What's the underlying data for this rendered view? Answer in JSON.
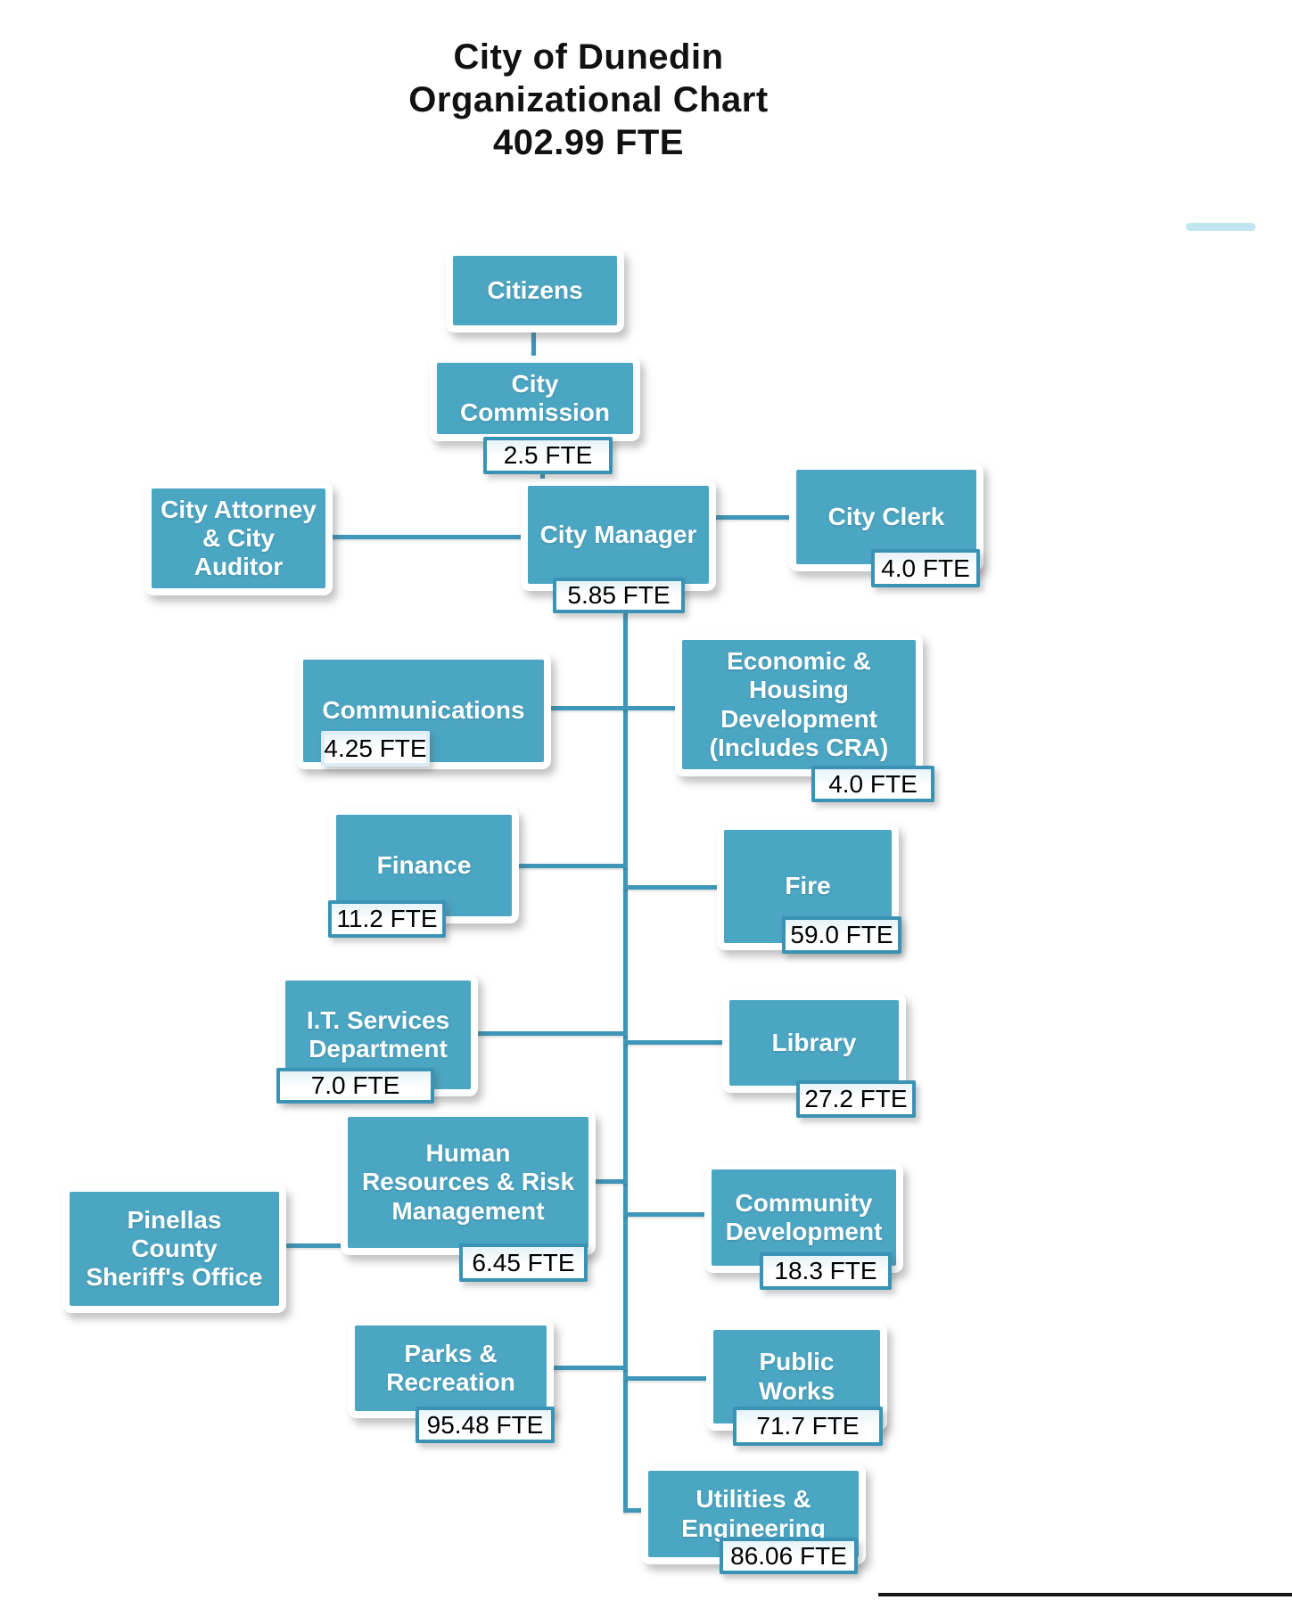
{
  "title": "City of Dunedin\nOrganizational Chart\n402.99 FTE",
  "total_fte": "402.99 FTE",
  "colors": {
    "box_fill": "#4BA6C3",
    "connector_line": "#3E96B8",
    "fte_border": "#3A93B5",
    "box_text": "#FFFFFF",
    "fte_text": "#000000",
    "title_text": "#111111"
  },
  "nodes": {
    "citizens": {
      "label": "Citizens"
    },
    "city_commission": {
      "label": "City\nCommission",
      "fte": "2.5 FTE"
    },
    "city_attorney": {
      "label": "City Attorney\n& City\nAuditor"
    },
    "city_manager": {
      "label": "City Manager",
      "fte": "5.85 FTE"
    },
    "city_clerk": {
      "label": "City Clerk",
      "fte": "4.0 FTE"
    },
    "communications": {
      "label": "Communications",
      "fte": "4.25 FTE"
    },
    "economic_housing": {
      "label": "Economic &\nHousing\nDevelopment\n(Includes CRA)",
      "fte": "4.0 FTE"
    },
    "finance": {
      "label": "Finance",
      "fte": "11.2 FTE"
    },
    "fire": {
      "label": "Fire",
      "fte": "59.0 FTE"
    },
    "it_services": {
      "label": "I.T. Services\nDepartment",
      "fte": "7.0 FTE"
    },
    "library": {
      "label": "Library",
      "fte": "27.2 FTE"
    },
    "human_resources": {
      "label": "Human\nResources & Risk\nManagement",
      "fte": "6.45 FTE"
    },
    "pinellas_sheriff": {
      "label": "Pinellas\nCounty\nSheriff's Office"
    },
    "community_development": {
      "label": "Community\nDevelopment",
      "fte": "18.3 FTE"
    },
    "parks_recreation": {
      "label": "Parks &\nRecreation",
      "fte": "95.48 FTE"
    },
    "public_works": {
      "label": "Public\nWorks",
      "fte": "71.7 FTE"
    },
    "utilities_engineering": {
      "label": "Utilities &\nEngineering",
      "fte": "86.06 FTE"
    }
  }
}
